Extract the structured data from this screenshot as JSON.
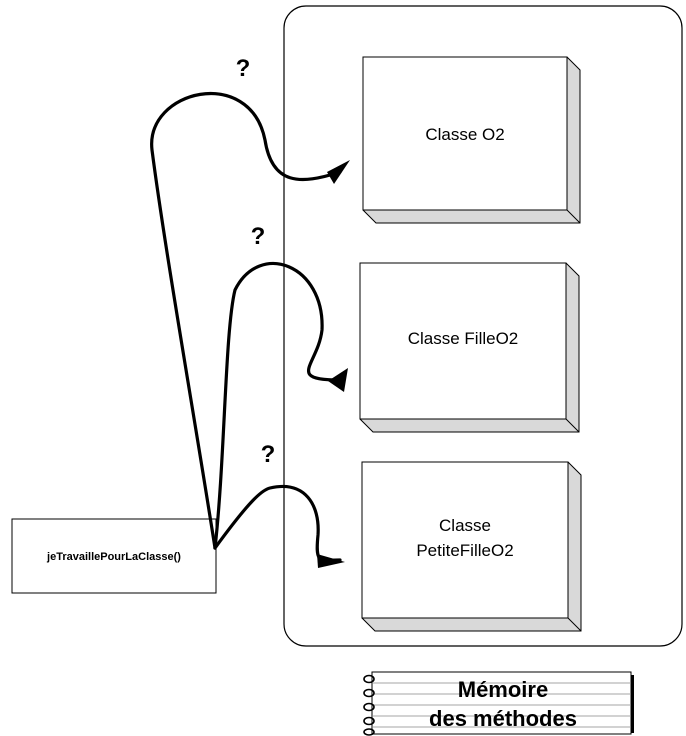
{
  "classes": [
    {
      "line1": "Classe O2",
      "line2": ""
    },
    {
      "line1": "Classe FilleO2",
      "line2": ""
    },
    {
      "line1": "Classe",
      "line2": "PetiteFilleO2"
    }
  ],
  "questions": [
    "?",
    "?",
    "?"
  ],
  "method": {
    "label": "jeTravaillePourLaClasse()"
  },
  "memory": {
    "line1": "Mémoire",
    "line2": "des méthodes"
  }
}
